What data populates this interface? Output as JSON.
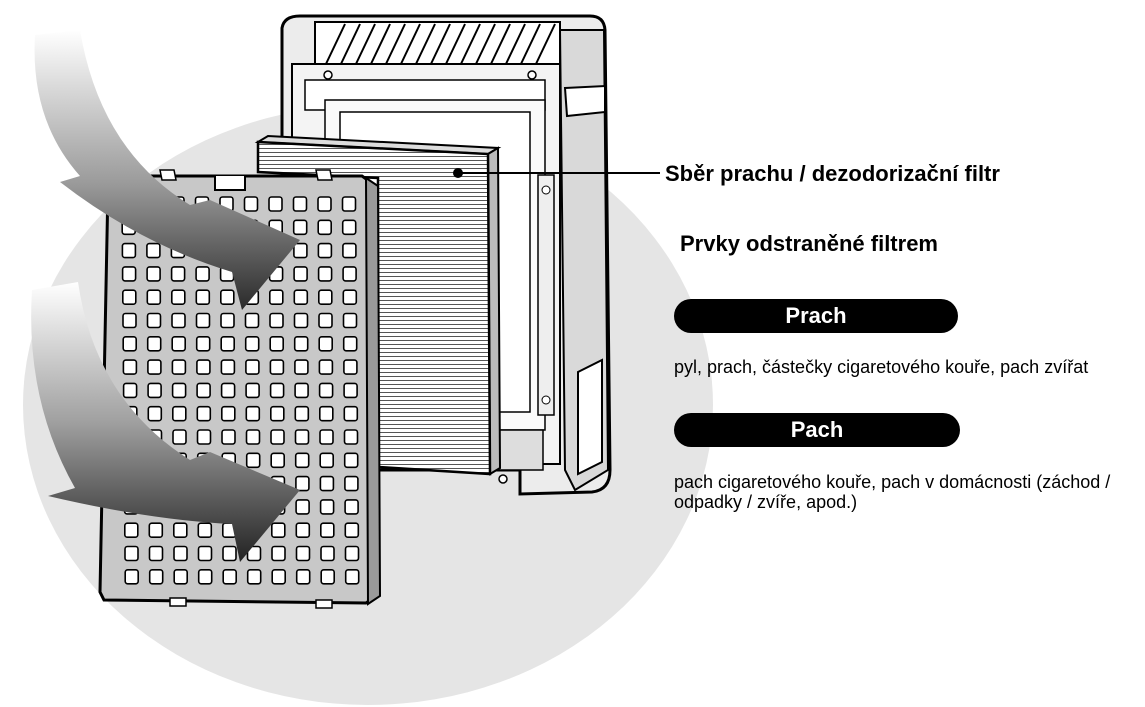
{
  "labels": {
    "filter_title": "Sběr prachu / dezodorizační filtr",
    "removed_title": "Prvky odstraněné filtrem",
    "dust_tag": "Prach",
    "dust_items": "pyl, prach, částečky cigaretového kouře, pach zvířat",
    "odor_tag": "Pach",
    "odor_items": "pach cigaretového kouře, pach v domácnosti (záchod / odpadky / zvíře, apod.)"
  },
  "colors": {
    "background_circle": "#e5e5e5",
    "pre_filter": "#c9c9c9",
    "unit_body": "#e6e6e6",
    "pill": "#000000"
  },
  "icons": [
    "air-flow-arrow-icon",
    "air-flow-arrow-icon"
  ]
}
